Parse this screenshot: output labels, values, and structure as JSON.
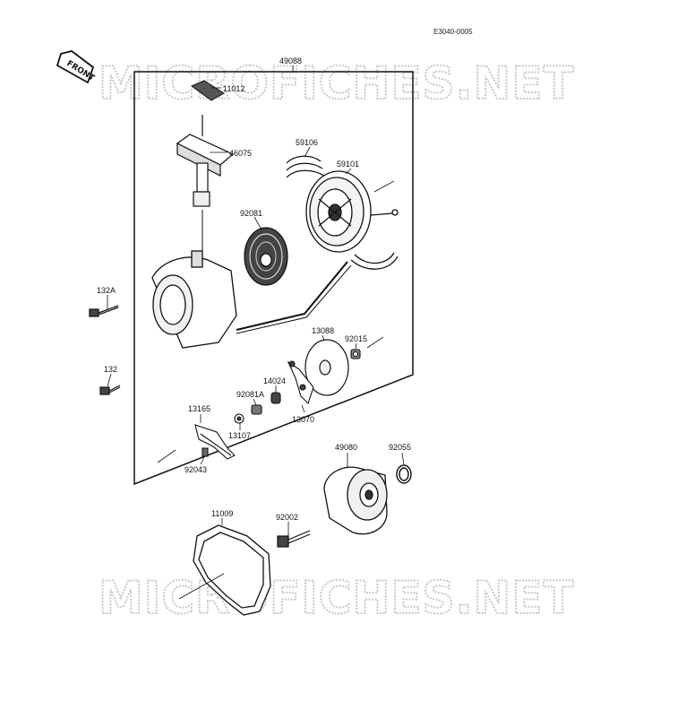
{
  "diagram": {
    "reference_code": "E3040-0005",
    "front_label": "FRONT",
    "watermark": "MICROFICHES.NET",
    "colors": {
      "line": "#111111",
      "watermark": "#c9c9c9",
      "background": "#ffffff"
    },
    "parts": [
      {
        "id": "assembly",
        "label": "49088"
      },
      {
        "id": "grip-cap",
        "label": "11012"
      },
      {
        "id": "handle",
        "label": "46075"
      },
      {
        "id": "guide",
        "label": "59106"
      },
      {
        "id": "reel",
        "label": "59101"
      },
      {
        "id": "spring",
        "label": "92081"
      },
      {
        "id": "bolt-a",
        "label": "132A"
      },
      {
        "id": "bolt",
        "label": "132"
      },
      {
        "id": "plate",
        "label": "13088"
      },
      {
        "id": "nut",
        "label": "92015"
      },
      {
        "id": "collar",
        "label": "14024"
      },
      {
        "id": "spring-a",
        "label": "92081A"
      },
      {
        "id": "ratchet",
        "label": "13070"
      },
      {
        "id": "stopper",
        "label": "13165"
      },
      {
        "id": "washer",
        "label": "13107"
      },
      {
        "id": "pin",
        "label": "92043"
      },
      {
        "id": "pulley",
        "label": "49080"
      },
      {
        "id": "ring",
        "label": "92055"
      },
      {
        "id": "gasket",
        "label": "11009"
      },
      {
        "id": "flange-bolt",
        "label": "92002"
      }
    ]
  }
}
